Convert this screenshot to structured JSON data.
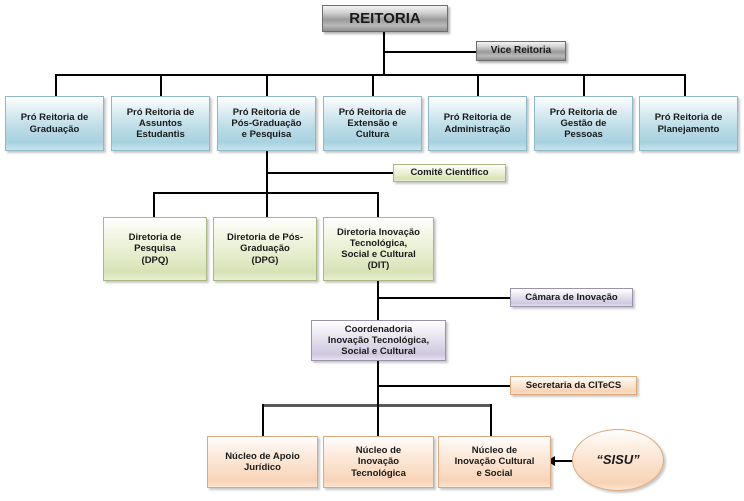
{
  "diagram": {
    "title": "Organograma REITORIA",
    "palette": {
      "gray": "#9a9a9a",
      "blue": "#b9dbe6",
      "green": "#e3ebc8",
      "purple": "#ddd8e8",
      "orange": "#fadfc9",
      "line": "#000000",
      "line_thick": "#595959"
    }
  },
  "nodes": {
    "reitoria": "REITORIA",
    "vice_reitoria": "Vice Reitoria",
    "pro_reitorias": [
      "Pró Reitoria de\nGraduação",
      "Pró Reitoria de\nAssuntos\nEstudantis",
      "Pró Reitoria de\nPós-Graduação\ne Pesquisa",
      "Pró Reitoria de\nExtensão e\nCultura",
      "Pró Reitoria de\nAdministração",
      "Pró Reitoria de\nGestão de\nPessoas",
      "Pró Reitoria de\nPlanejamento"
    ],
    "comite_cientifico": "Comitê Cientifico",
    "diretorias": [
      "Diretoria de\nPesquisa\n(DPQ)",
      "Diretoria de Pós-\nGraduação\n(DPG)",
      "Diretoria Inovação\nTecnológica,\nSocial e Cultural\n(DIT)"
    ],
    "camara_inovacao": "Câmara de Inovação",
    "coordenadoria": "Coordenadoria\nInovação Tecnológica,\nSocial e Cultural",
    "secretaria_citecs": "Secretaria da CITeCS",
    "nucleos": [
      "Núcleo de Apoio\nJurídico",
      "Núcleo de\nInovação\nTecnológica",
      "Núcleo de\nInovação Cultural\ne Social"
    ],
    "sisu": "“SISU”"
  }
}
